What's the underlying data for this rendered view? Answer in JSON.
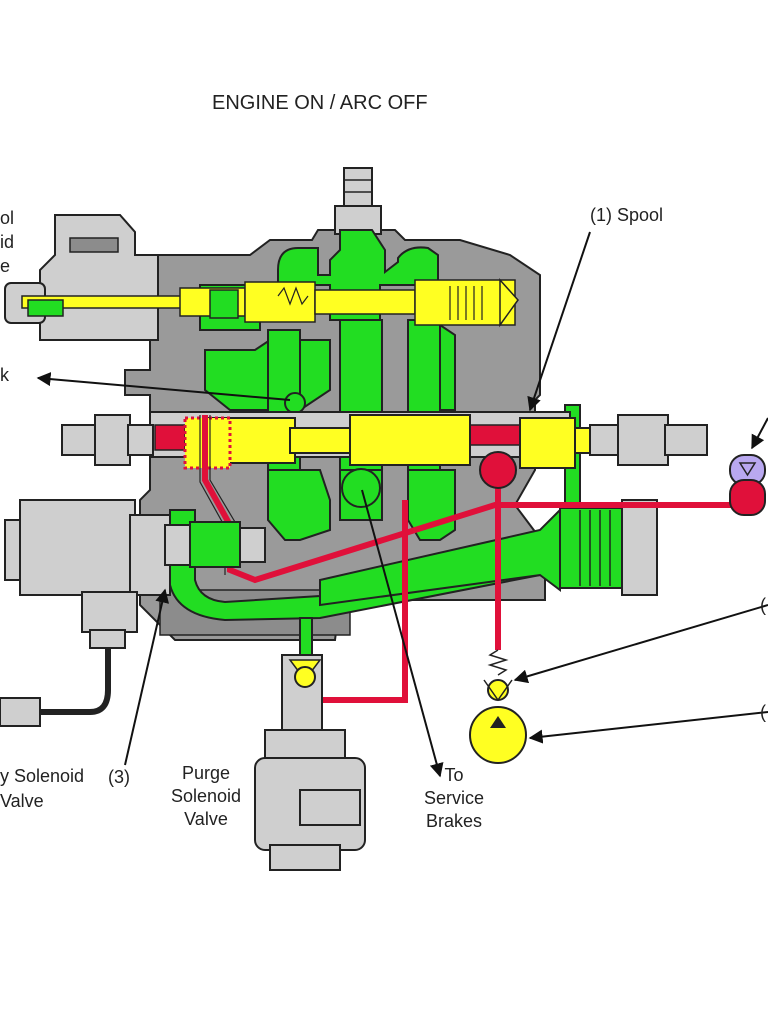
{
  "title": "ENGINE ON / ARC OFF",
  "colors": {
    "background": "#ffffff",
    "housing": "#9a9a9a",
    "housing_dark": "#7d7d7d",
    "component_gray": "#cfcfcf",
    "oil_green": "#22dd22",
    "pressure_red": "#e0103a",
    "spool_yellow": "#ffff22",
    "indicator_purple": "#b9a8f0",
    "outline": "#222222"
  },
  "labels": {
    "spool": "(1) Spool",
    "control_solenoid_partial": "ol\nid\ne",
    "tank_partial": "k",
    "relay_solenoid_partial": "y Solenoid\nValve",
    "item_3": "(3)",
    "purge_solenoid": "Purge\nSolenoid\nValve",
    "service_brakes": "To\nService\nBrakes",
    "right_top_partial": "(",
    "right_bottom_partial": "("
  },
  "icons": {
    "check_valve": "check-valve-icon",
    "accumulator": "accumulator-icon",
    "pressure_indicator": "pressure-indicator-icon"
  }
}
